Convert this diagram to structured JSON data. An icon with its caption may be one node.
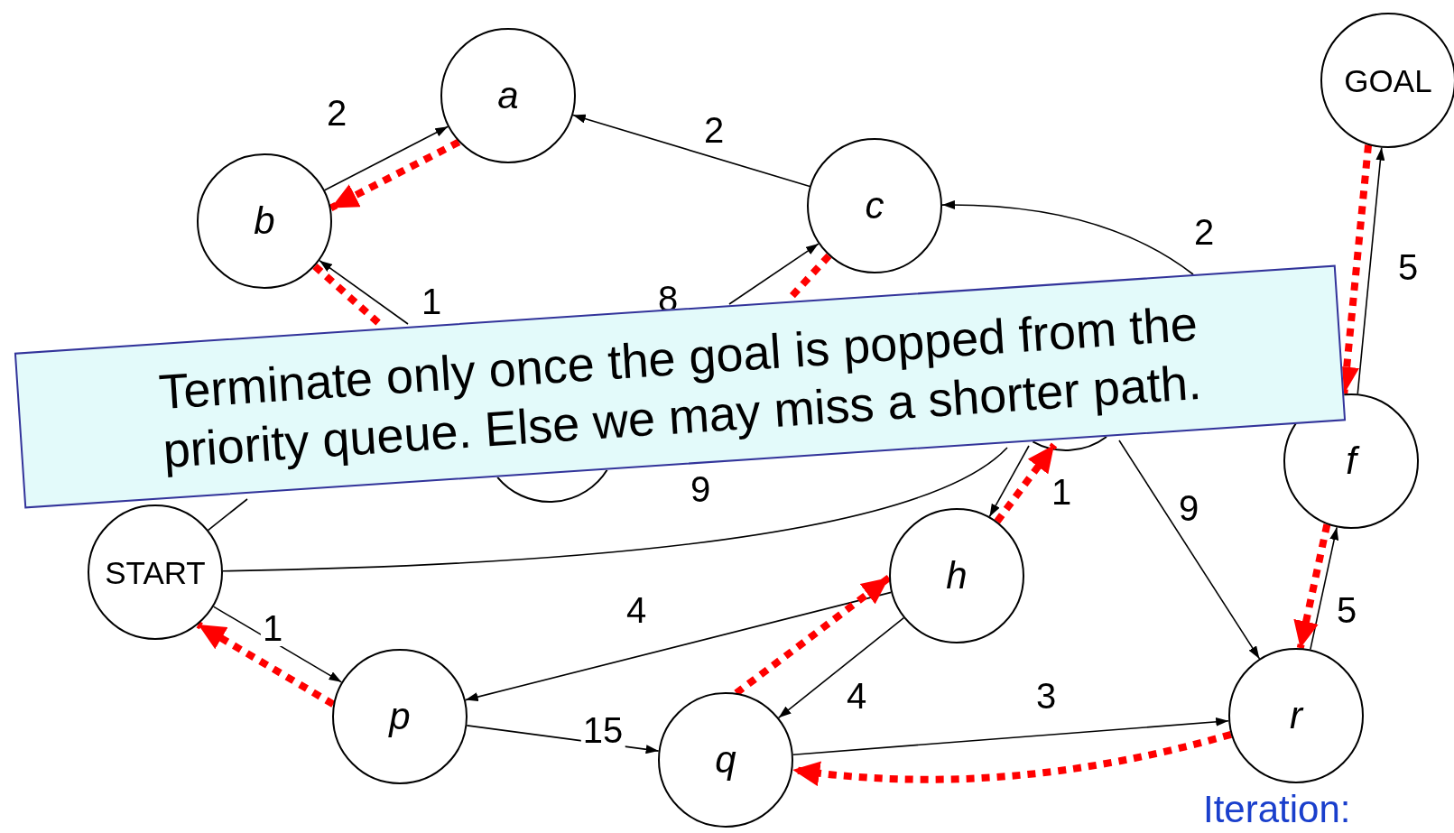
{
  "diagram": {
    "nodes": [
      {
        "text": [
          "a"
        ]
      },
      {
        "text": [
          "GOAL"
        ]
      },
      {
        "text": [
          "b"
        ]
      },
      {
        "text": [
          "c"
        ]
      },
      {
        "text": [
          "Terminate only once the goal is popped from the priority queue. Else we may miss a shorter path."
        ]
      },
      {
        "text": [
          "f"
        ]
      },
      {
        "text": [
          "START"
        ]
      },
      {
        "text": [
          "h"
        ]
      },
      {
        "text": [
          "p"
        ]
      },
      {
        "text": [
          "q"
        ]
      },
      {
        "text": [
          "r"
        ]
      }
    ],
    "edges": [
      {
        "from": 2,
        "to": 0,
        "arrow": "to",
        "label": "2"
      },
      {
        "from": 0,
        "to": 2,
        "arrow": "to",
        "style": "dashed",
        "color": "#ff0000"
      },
      {
        "from": 3,
        "to": 0,
        "arrow": "to",
        "label": "2"
      },
      {
        "from": 4,
        "to": 2,
        "arrow": "to",
        "label": "1"
      },
      {
        "from": 2,
        "to": 4,
        "arrow": "none",
        "style": "dashed",
        "color": "#ff0000"
      },
      {
        "from": 4,
        "to": 3,
        "arrow": "to",
        "label": "8"
      },
      {
        "from": 3,
        "to": 4,
        "arrow": "none",
        "style": "dashed",
        "color": "#ff0000"
      },
      {
        "from": 6,
        "to": 4,
        "arrow": "none"
      },
      {
        "from": 6,
        "to": 4,
        "arrow": "none",
        "label": "9"
      },
      {
        "from": 4,
        "to": 3,
        "arrow": "to",
        "label": "2"
      },
      {
        "from": 4,
        "to": 7,
        "arrow": "to",
        "label": "1"
      },
      {
        "from": 7,
        "to": 4,
        "arrow": "to",
        "style": "dashed",
        "color": "#ff0000"
      },
      {
        "from": 4,
        "to": 10,
        "arrow": "to",
        "label": "9"
      },
      {
        "from": 5,
        "to": 1,
        "arrow": "to",
        "label": "5"
      },
      {
        "from": 1,
        "to": 5,
        "arrow": "to",
        "style": "dashed",
        "color": "#ff0000"
      },
      {
        "from": 10,
        "to": 5,
        "arrow": "to",
        "label": "5"
      },
      {
        "from": 5,
        "to": 10,
        "arrow": "to",
        "style": "dashed",
        "color": "#ff0000"
      },
      {
        "from": 6,
        "to": 8,
        "arrow": "to",
        "label": "1"
      },
      {
        "from": 8,
        "to": 6,
        "arrow": "to",
        "style": "dashed",
        "color": "#ff0000"
      },
      {
        "from": 7,
        "to": 8,
        "arrow": "to",
        "label": "4"
      },
      {
        "from": 7,
        "to": 9,
        "arrow": "to",
        "label": "4"
      },
      {
        "from": 9,
        "to": 7,
        "arrow": "to",
        "style": "dashed",
        "color": "#ff0000"
      },
      {
        "from": 8,
        "to": 9,
        "arrow": "to",
        "label": "15"
      },
      {
        "from": 9,
        "to": 10,
        "arrow": "to",
        "label": "3"
      },
      {
        "from": 10,
        "to": 9,
        "arrow": "to",
        "style": "dashed",
        "color": "#ff0000"
      }
    ],
    "labels": [
      "Iteration:"
    ]
  }
}
